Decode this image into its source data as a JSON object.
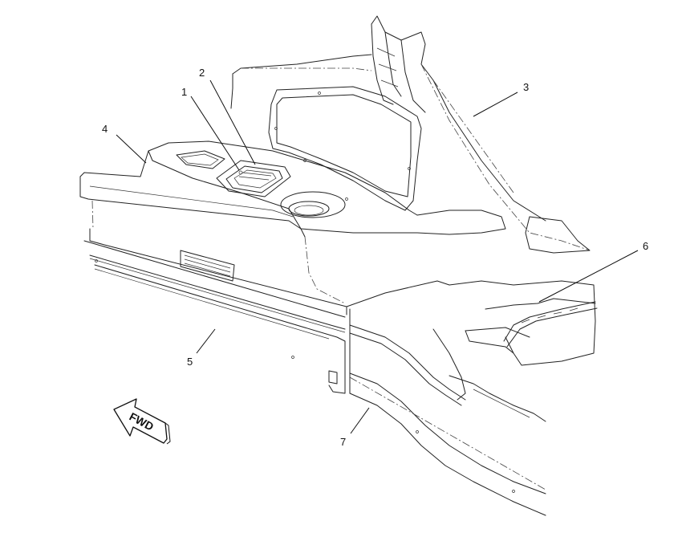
{
  "callouts": [
    {
      "label": "1"
    },
    {
      "label": "2"
    },
    {
      "label": "3"
    },
    {
      "label": "4"
    },
    {
      "label": "5"
    },
    {
      "label": "6"
    },
    {
      "label": "7"
    }
  ],
  "direction_arrow": {
    "text": "FWD"
  }
}
